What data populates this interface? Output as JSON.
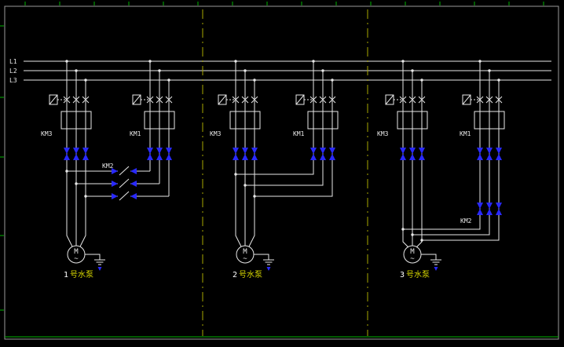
{
  "app": {
    "background": "#000000",
    "wire_color": "#e8e8e8",
    "terminal_blue": "#2929ff",
    "annotation_yellow": "#d8d800",
    "ruler_green": "#00b400"
  },
  "buses": {
    "labels": [
      "L1",
      "L2",
      "L3"
    ]
  },
  "groups": [
    {
      "left": "KM3",
      "right": "KM1",
      "aux": "KM2",
      "motor_letter": "M",
      "motor_wave": "~",
      "pump_num": "1",
      "pump_name": "号水泵"
    },
    {
      "left": "KM3",
      "right": "KM1",
      "motor_letter": "M",
      "motor_wave": "~",
      "pump_num": "2",
      "pump_name": "号水泵"
    },
    {
      "left": "KM3",
      "right": "KM1",
      "aux": "KM2",
      "motor_letter": "M",
      "motor_wave": "~",
      "pump_num": "3",
      "pump_name": "号水泵"
    }
  ]
}
